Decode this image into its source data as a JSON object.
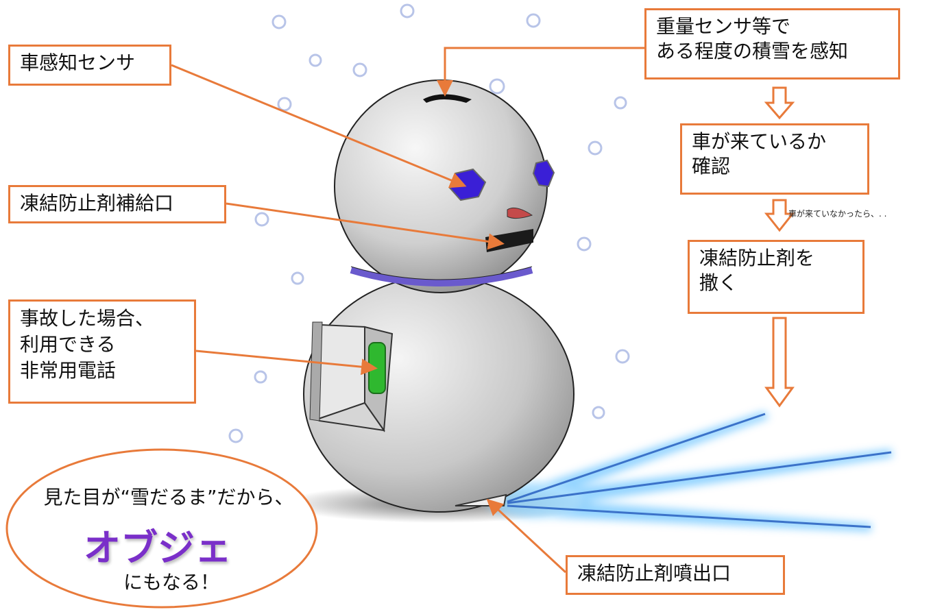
{
  "labels": {
    "car_sensor": "車感知センサ",
    "antifreeze_refill": "凍結防止剤補給口",
    "emergency_phone": "事故した場合、\n利用できる\n非常用電話",
    "weight_sensor": "重量センサ等で\nある程度の積雪を感知",
    "check_car": "車が来ているか\n確認",
    "if_no_car": "車が来ていなかったら、. .",
    "spray_antifreeze": "凍結防止剤を\n撒く",
    "nozzle": "凍結防止剤噴出口"
  },
  "oval": {
    "line1": "見た目が“雪だるま”だから、",
    "line2": "オブジェ",
    "line3": "にもなる！"
  },
  "colors": {
    "accent": "#e87a3a",
    "scarf": "#6a5acd",
    "eyes": "#3a1fd6",
    "phone": "#2fb82f",
    "objet_text": "#7a2fc9",
    "spray": "#6fc6ff"
  }
}
